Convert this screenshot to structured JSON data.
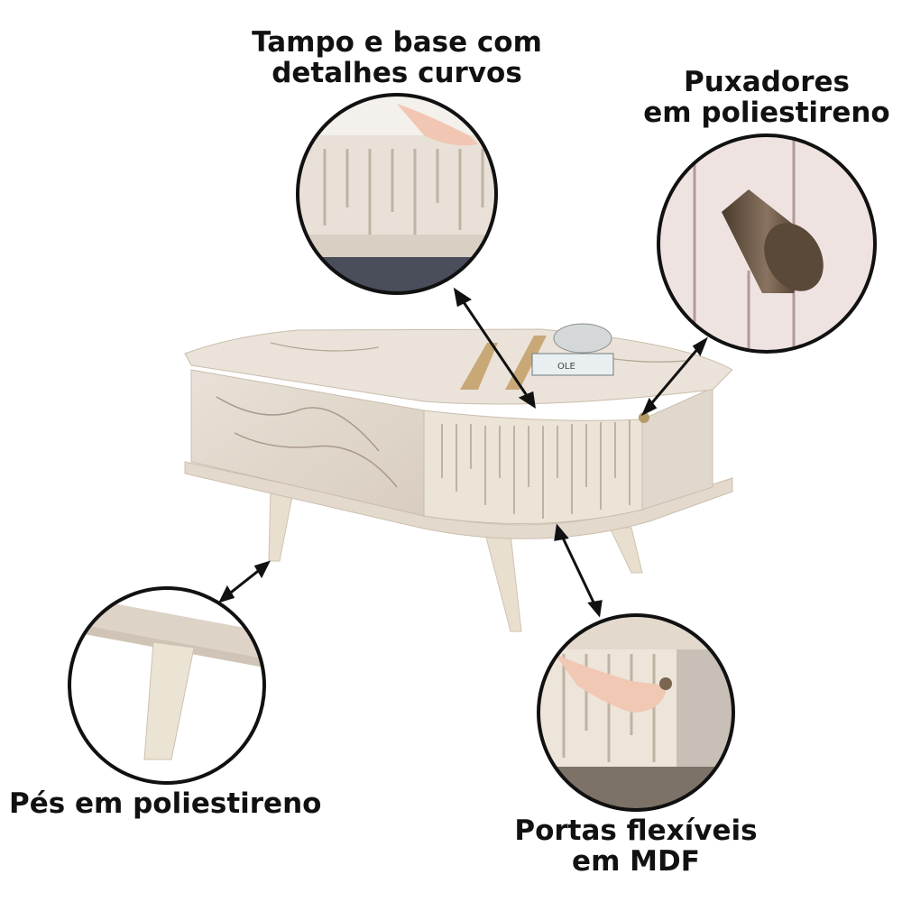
{
  "labels": {
    "top_base": {
      "line1": "Tampo e base com",
      "line2": "detalhes curvos"
    },
    "handles": {
      "line1": "Puxadores",
      "line2": "em poliestireno"
    },
    "feet": {
      "line1": "Pés em poliestireno"
    },
    "doors": {
      "line1": "Portas flexíveis",
      "line2": "em MDF"
    }
  },
  "book_text": "OLE",
  "colors": {
    "marble": "#e6ddd3",
    "marble_vein": "#a89a8c",
    "cream": "#ece4d6",
    "slat_gap": "#bfb3a3",
    "handle": "#6b5a4a",
    "gold": "#c9a878",
    "outline": "#111111"
  }
}
